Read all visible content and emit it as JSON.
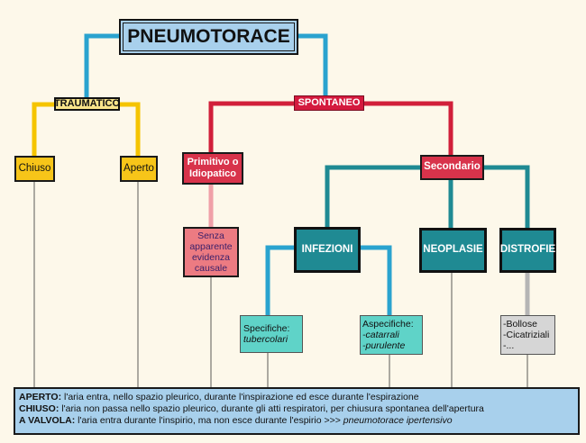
{
  "title": "PNEUMOTORACE",
  "branches": {
    "traumatico": "TRAUMATICO",
    "spontaneo": "SPONTANEO"
  },
  "traumatico_children": {
    "chiuso": "Chiuso",
    "aperto": "Aperto"
  },
  "spontaneo_children": {
    "primitivo_line1": "Primitivo o",
    "primitivo_line2": "Idiopatico",
    "secondario": "Secondario"
  },
  "primitivo_detail": [
    "Senza",
    "apparente",
    "evidenza",
    "causale"
  ],
  "secondario_children": {
    "infezioni": "INFEZIONI",
    "neoplasie": "NEOPLASIE",
    "distrofie": "DISTROFIE"
  },
  "infezioni_children": {
    "specifiche_label": "Specifiche:",
    "specifiche_value": "tubercolari",
    "aspecifiche_label": "Aspecifiche:",
    "aspecifiche_item1": "-catarrali",
    "aspecifiche_item2": "-purulente"
  },
  "distrofie_items": [
    "-Bollose",
    "-Cicatriziali",
    "-..."
  ],
  "legend": {
    "aperto_term": "APERTO:",
    "aperto_text": " l'aria entra, nello spazio pleurico, durante l'inspirazione ed esce durante l'espirazione",
    "chiuso_term": "CHIUSO:",
    "chiuso_text": " l'aria non passa nello spazio pleurico, durante gli atti respiratori, per chiusura spontanea dell'apertura",
    "valvola_term": "A VALVOLA:",
    "valvola_text": " l'aria entra durante l'inspirio, ma non esce durante l'espirio >>> ",
    "valvola_emph": "pneumotorace ipertensivo"
  },
  "colors": {
    "background": "#fdf8ea",
    "title_fill": "#a8d0ec",
    "connector_blue": "#2aa3cf",
    "connector_yellow": "#f5c400",
    "connector_red": "#d11f3a",
    "connector_teal": "#1f8a93",
    "connector_pink": "#f0a0a8",
    "connector_grey": "#b5b5b5"
  }
}
